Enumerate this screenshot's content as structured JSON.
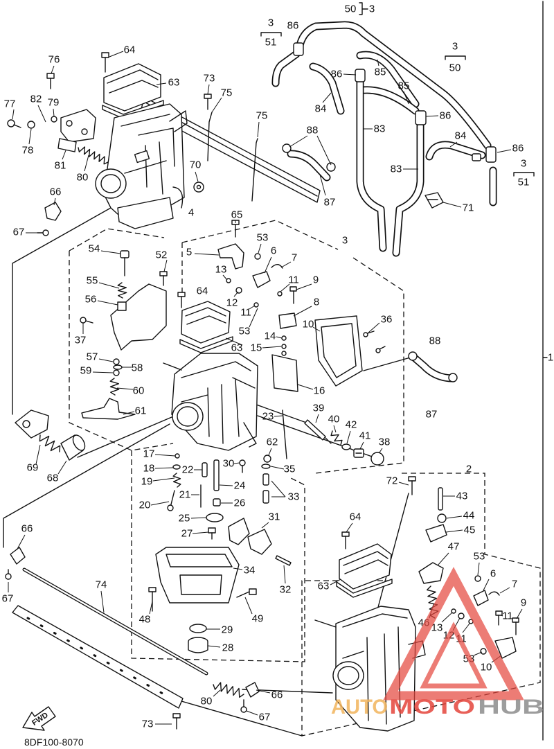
{
  "diagram": {
    "callouts": [
      "50",
      "3",
      "3",
      "51",
      "86",
      "64",
      "76",
      "3",
      "50",
      "86",
      "85",
      "85",
      "73",
      "63",
      "75",
      "77",
      "82",
      "79",
      "84",
      "86",
      "75",
      "83",
      "78",
      "88",
      "84",
      "86",
      "81",
      "80",
      "70",
      "83",
      "3",
      "51",
      "66",
      "87",
      "71",
      "4",
      "65",
      "67",
      "53",
      "3",
      "54",
      "52",
      "5",
      "6",
      "13",
      "7",
      "55",
      "64",
      "11",
      "9",
      "12",
      "56",
      "11",
      "8",
      "10",
      "36",
      "37",
      "53",
      "14",
      "15",
      "63",
      "88",
      "57",
      "58",
      "59",
      "60",
      "16",
      "61",
      "39",
      "23",
      "40",
      "42",
      "41",
      "87",
      "38",
      "62",
      "17",
      "69",
      "18",
      "22",
      "30",
      "35",
      "68",
      "19",
      "24",
      "72",
      "2",
      "43",
      "21",
      "33",
      "20",
      "26",
      "44",
      "25",
      "31",
      "64",
      "66",
      "27",
      "45",
      "47",
      "53",
      "34",
      "74",
      "6",
      "7",
      "63",
      "32",
      "67",
      "9",
      "48",
      "49",
      "46",
      "13",
      "11",
      "12",
      "11",
      "29",
      "28",
      "53",
      "10",
      "80",
      "66",
      "67",
      "73",
      "1"
    ],
    "catalog_code": "8DF100-8070",
    "fwd_label": "FWD",
    "watermark": {
      "part1": "AUTO",
      "part2": "MOTO",
      "part3": "HUB"
    },
    "colors": {
      "line": "#111111",
      "background": "#ffffff",
      "watermark_red": "#e5453c",
      "watermark_orange": "#f2b45c",
      "watermark_gray": "#8c8c8c"
    },
    "icons": {
      "fwd": "fwd-arrow-icon",
      "logo": "triangle-logo-icon"
    }
  }
}
